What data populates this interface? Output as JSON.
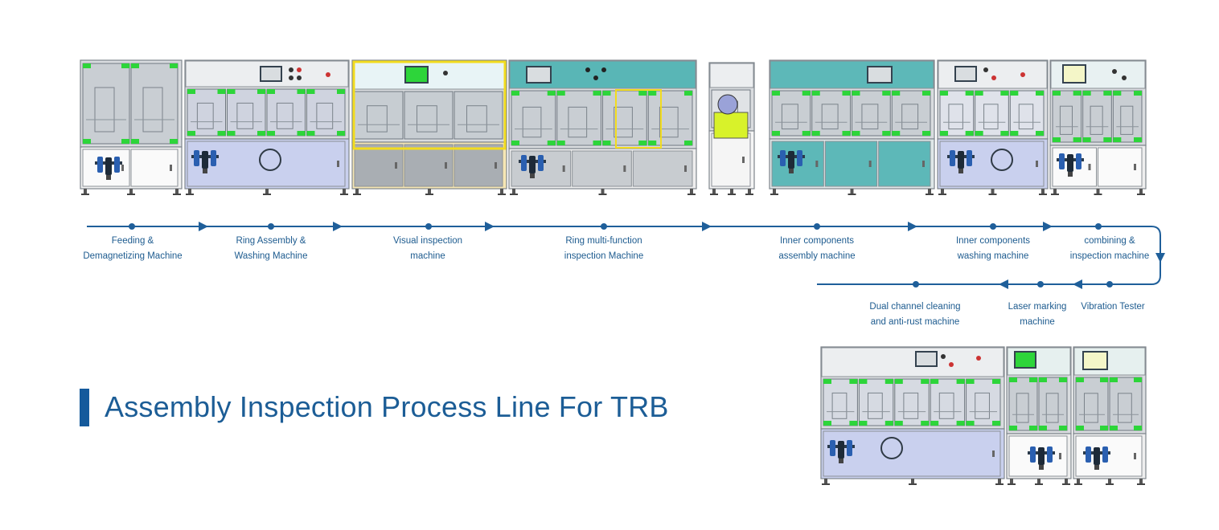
{
  "title": "Assembly Inspection Process Line For TRB",
  "colors": {
    "flow_line": "#1f5f9a",
    "label_text": "#1d5b8f",
    "title_text": "#1c5d96",
    "title_accent": "#145a9c",
    "frame_gray": "#a6acb2",
    "panel_gray": "#b9bec3",
    "safety_green": "#2dd53a",
    "lavender_base": "#c9d0ee",
    "teal_base": "#5db8b8",
    "yellow_trim": "#f2dc1e",
    "cream_base": "#f5e6b4",
    "dark_gray_door": "#9da3a8",
    "lime_drum": "#d8f22a"
  },
  "stations_row1": [
    {
      "label_lines": [
        "Feeding &",
        "Demagnetizing Machine"
      ]
    },
    {
      "label_lines": [
        "Ring Assembly &",
        "Washing Machine"
      ]
    },
    {
      "label_lines": [
        "Visual inspection",
        "machine"
      ]
    },
    {
      "label_lines": [
        "Ring multi-function",
        "inspection Machine"
      ]
    },
    {
      "label_lines": [
        "Inner components",
        "assembly machine"
      ]
    },
    {
      "label_lines": [
        "Inner components",
        "washing machine"
      ]
    },
    {
      "label_lines": [
        "combining &",
        "inspection machine"
      ]
    }
  ],
  "stations_row2": [
    {
      "label_lines": [
        "Vibration Tester"
      ]
    },
    {
      "label_lines": [
        "Laser marking",
        "machine"
      ]
    },
    {
      "label_lines": [
        "Dual channel cleaning",
        "and anti-rust machine"
      ]
    }
  ],
  "icons": [
    "arrow-right-icon",
    "arrow-down-icon",
    "arrow-left-icon",
    "station-dot-icon",
    "air-regulator-icon",
    "touch-screen-icon",
    "porthole-window-icon",
    "control-button-icon"
  ]
}
